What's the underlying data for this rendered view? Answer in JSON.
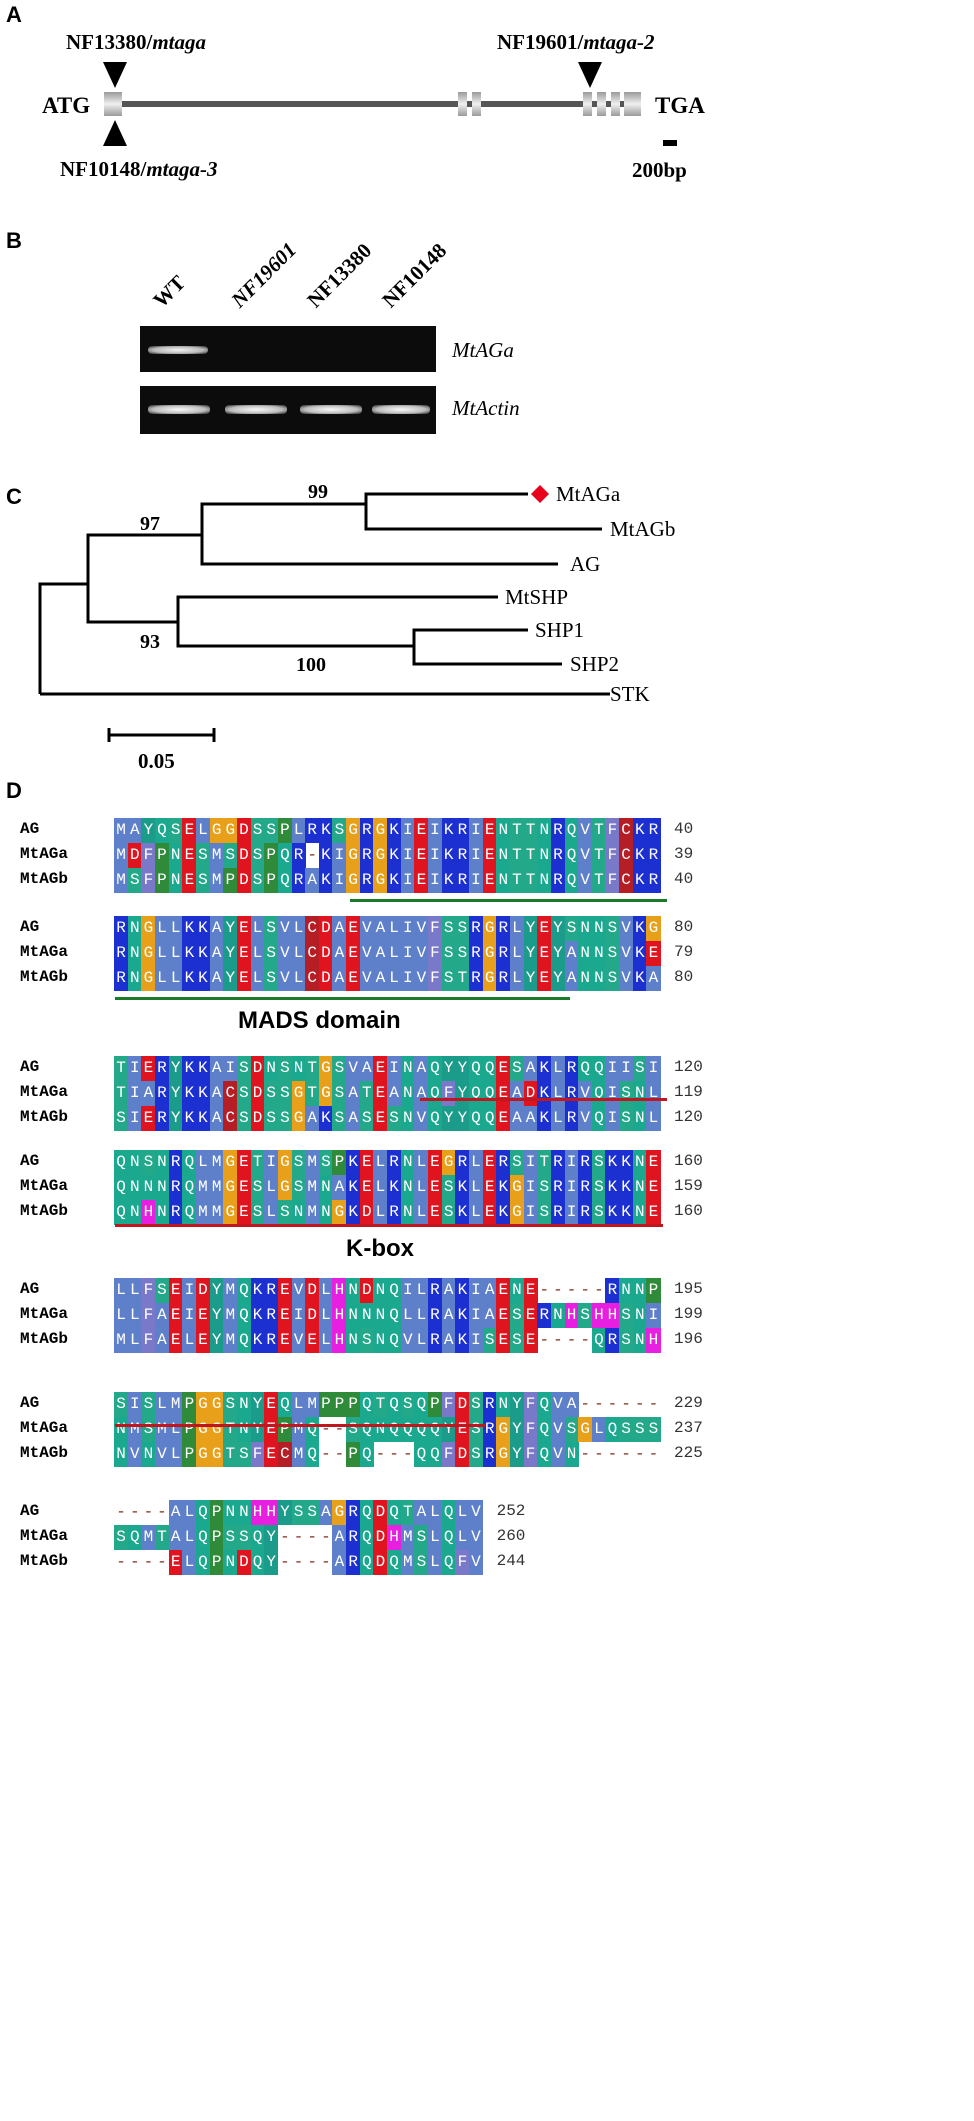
{
  "panels": {
    "a": "A",
    "b": "B",
    "c": "C",
    "d": "D"
  },
  "gene_model": {
    "start_codon": "ATG",
    "stop_codon": "TGA",
    "scale_bar_label": "200bp",
    "alleles": [
      {
        "line": "NF13380",
        "allele": "mtaga"
      },
      {
        "line": "NF19601",
        "allele": "mtaga-2"
      },
      {
        "line": "NF10148",
        "allele": "mtaga-3"
      }
    ]
  },
  "gel": {
    "lanes": [
      "WT",
      "NF19601",
      "NF13380",
      "NF10148"
    ],
    "rows": [
      {
        "gene": "MtAGa",
        "bands": [
          1,
          0,
          0,
          0
        ]
      },
      {
        "gene": "MtActin",
        "bands": [
          1,
          1,
          1,
          1
        ]
      }
    ]
  },
  "tree": {
    "leaves": [
      "MtAGa",
      "MtAGb",
      "AG",
      "MtSHP",
      "SHP1",
      "SHP2",
      "STK"
    ],
    "bootstrap": {
      "n99": "99",
      "n97": "97",
      "n93": "93",
      "n100": "100"
    },
    "scale_label": "0.05",
    "marker_color": "#e8001c"
  },
  "alignment": {
    "mads_domain_label": "MADS domain",
    "kbox_label": "K-box",
    "blocks": [
      {
        "rows": [
          {
            "name": "AG",
            "seq": "MAYQSELGGDSSPLRKSGRGKIEIKRIENTTNRQVTFCKR",
            "end": "40"
          },
          {
            "name": "MtAGa",
            "seq": "MDFPNESMSDSPQR-KIGRGKIEIKRIENTTNRQVTFCKR",
            "end": "39"
          },
          {
            "name": "MtAGb",
            "seq": "MSFPNESMPDSPQRAKIGRGKIEIKRIENTTNRQVTFCKR",
            "end": "40"
          }
        ]
      },
      {
        "rows": [
          {
            "name": "AG",
            "seq": "RNGLLKKAYELSVLCDAEVALIVFSSRGRLYEYSNNSVKG",
            "end": "80"
          },
          {
            "name": "MtAGa",
            "seq": "RNGLLKKAYELSVLCDAEVALIVFSSRGRLYEYANNSVKE",
            "end": "79"
          },
          {
            "name": "MtAGb",
            "seq": "RNGLLKKAYELSVLCDAEVALIVFSTRGRLYEYANNSVKA",
            "end": "80"
          }
        ]
      },
      {
        "rows": [
          {
            "name": "AG",
            "seq": "TIERYKKAISDNSNTGSVAEINAQYYQQESAKLRQQIISI",
            "end": "120"
          },
          {
            "name": "MtAGa",
            "seq": "TIARYKKACSDSSGTGSATEANAQFYQQEADKLRVQISNL",
            "end": "119"
          },
          {
            "name": "MtAGb",
            "seq": "SIERYKKACSDSSGAKSASESNVQYYQQEAAKLRVQISNL",
            "end": "120"
          }
        ]
      },
      {
        "rows": [
          {
            "name": "AG",
            "seq": "QNSNRQLMGETIGSMSPKELRNLEGRLERSITRIRSKKNE",
            "end": "160"
          },
          {
            "name": "MtAGa",
            "seq": "QNNNRQMMGESLGSMNAKELKNLESKLEKGISRIRSKKNE",
            "end": "159"
          },
          {
            "name": "MtAGb",
            "seq": "QNHNRQMMGESLSNMNGKDLRNLESKLEKGISRIRSKKNE",
            "end": "160"
          }
        ]
      },
      {
        "rows": [
          {
            "name": "AG",
            "seq": "LLFSEIDYMQKREVDLHNDNQILRAKIAENE-----RNNP",
            "end": "195"
          },
          {
            "name": "MtAGa",
            "seq": "LLFAEIEYMQKREIDLHNNNQLLRAKIAESERNHSHHSNI",
            "end": "199"
          },
          {
            "name": "MtAGb",
            "seq": "MLFAELEYMQKREVELHNSNQVLRAKISESE----QRSNH",
            "end": "196"
          }
        ]
      },
      {
        "rows": [
          {
            "name": "AG",
            "seq": "SISLMPGGSNYEQLMPPPQTQSQPFDSRNYFQVA------",
            "end": "229"
          },
          {
            "name": "MtAGa",
            "seq": "NMSMLPGGTNYEPMQ--SQNQQQQYESRGYFQVSGLQSSS",
            "end": "237"
          },
          {
            "name": "MtAGb",
            "seq": "NVNVLPGGTSFECMQ--PQ---QQFDSRGYFQVN------",
            "end": "225"
          }
        ]
      },
      {
        "rows": [
          {
            "name": "AG",
            "seq": "----ALQPNNHHYSSAGRQDQTALQLV",
            "end": "252"
          },
          {
            "name": "MtAGa",
            "seq": "SQMTALQPSSQY----ARQDHMSLQLV",
            "end": "260"
          },
          {
            "name": "MtAGb",
            "seq": "----ELQPNDQY----ARQDQMSLQFV",
            "end": "244"
          }
        ]
      }
    ]
  }
}
